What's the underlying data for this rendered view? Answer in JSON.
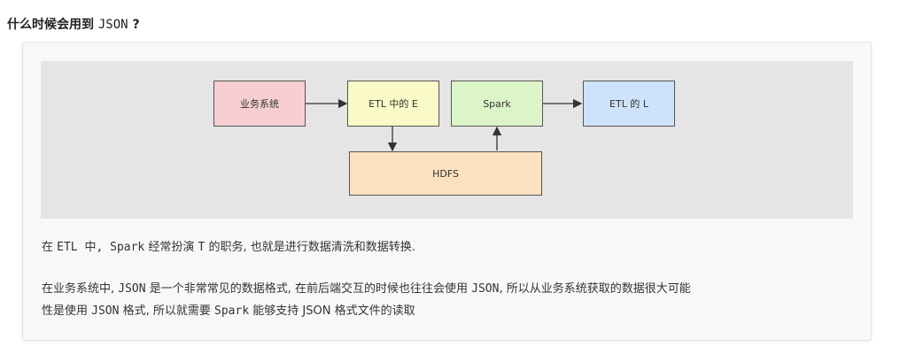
{
  "heading": {
    "prefix": "什么时候会用到",
    "code": "JSON",
    "suffix": "?"
  },
  "diagram": {
    "nodes": {
      "business": "业务系统",
      "etl_e": "ETL 中的 E",
      "spark": "Spark",
      "etl_l": "ETL 的 L",
      "hdfs": "HDFS"
    },
    "colors": {
      "business": "#f7cfd2",
      "etl_e": "#fafac8",
      "spark": "#dcf5c8",
      "etl_l": "#cde3fb",
      "hdfs": "#fde0c0"
    }
  },
  "paragraph1": {
    "t1": "在",
    "c1": "ETL 中, Spark",
    "t2": "经常扮演",
    "c2": "T",
    "t3": "的职务, 也就是进行数据清洗和数据转换."
  },
  "paragraph2": {
    "line1": {
      "t1": "在业务系统中,",
      "c1": "JSON",
      "t2": "是一个非常常见的数据格式, 在前后端交互的时候也往往会使用",
      "c2": "JSON",
      "t3": ", 所以从业务系统获取的数据很大可能"
    },
    "line2": {
      "t1": "性是使用",
      "c1": "JSON",
      "t2": "格式, 所以就需要",
      "c2": "Spark",
      "t3": "能够支持 JSON 格式文件的读取"
    }
  }
}
